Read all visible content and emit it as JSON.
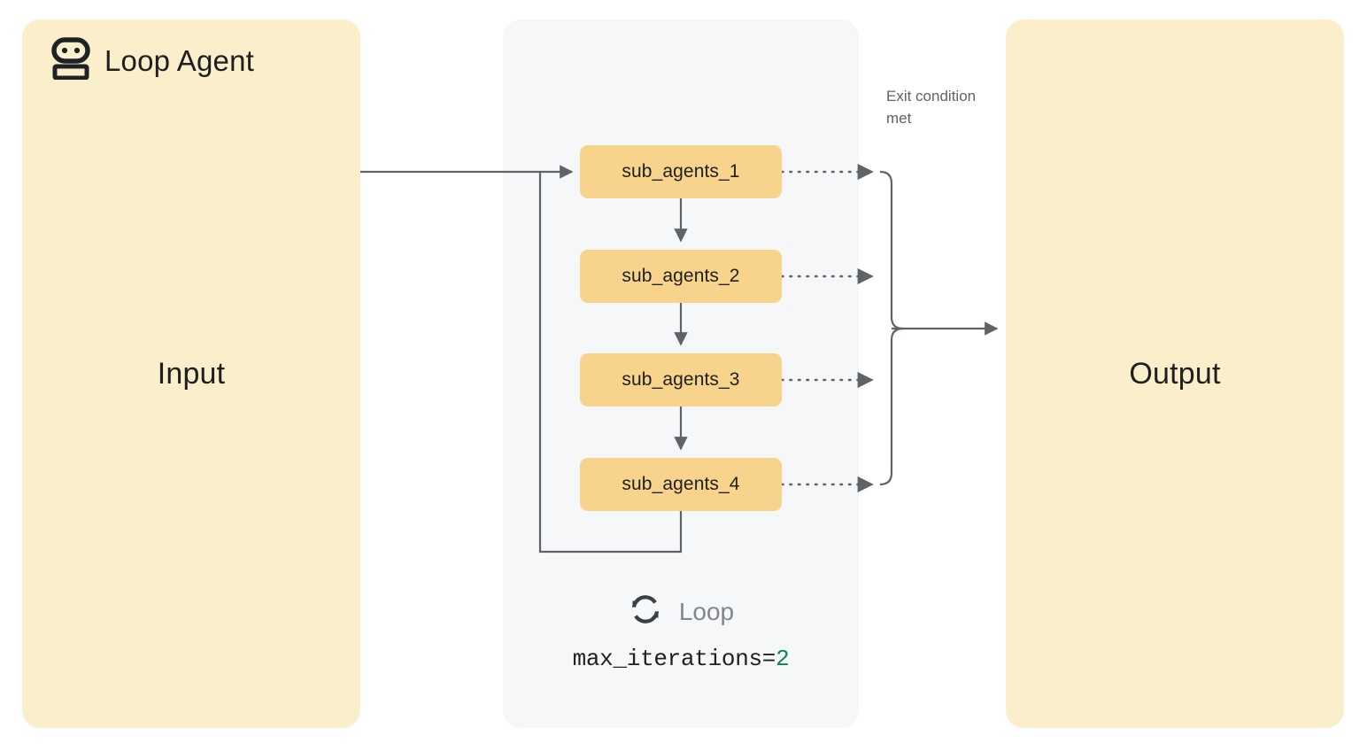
{
  "diagram": {
    "input_panel": {
      "label": "Input",
      "color": "#FBEFCB"
    },
    "output_panel": {
      "label": "Output",
      "color": "#FBEFCB"
    },
    "loop_agent": {
      "title": "Loop Agent",
      "icon": "robot-icon",
      "panel_color": "#F6F7F9",
      "sub_agents": [
        {
          "label": "sub_agents_1"
        },
        {
          "label": "sub_agents_2"
        },
        {
          "label": "sub_agents_3"
        },
        {
          "label": "sub_agents_4"
        }
      ],
      "sub_agent_color": "#F8D38B",
      "exit_condition_label": "Exit\ncondition\nmet",
      "footer": {
        "icon": "loop-refresh-icon",
        "label": "Loop",
        "config_key": "max_iterations=",
        "config_value": "2"
      }
    },
    "connector_color": "#5f6368"
  }
}
